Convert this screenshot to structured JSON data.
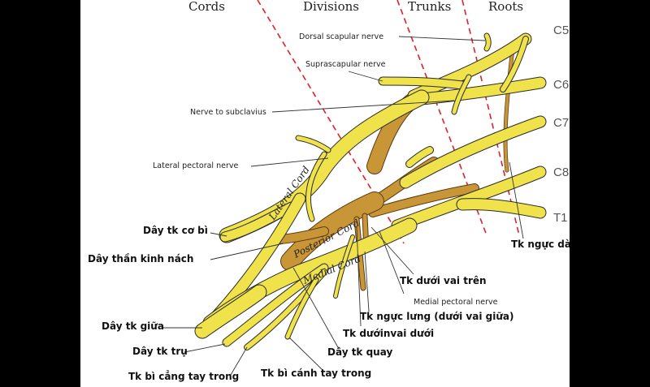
{
  "headers": {
    "cords": "Cords",
    "divisions": "Divisions",
    "trunks": "Trunks",
    "roots": "Roots"
  },
  "roots": {
    "c5": "C5",
    "c6": "C6",
    "c7": "C7",
    "c8": "C8",
    "t1": "T1"
  },
  "cords": {
    "lateral": "Lateral Cord",
    "posterior": "Posterior Cord",
    "medial": "Medial Cord"
  },
  "labels_en": {
    "dorsal_scapular": "Dorsal scapular nerve",
    "suprascapular": "Suprascapular nerve",
    "subclavius": "Nerve to subclavius",
    "lateral_pectoral": "Lateral pectoral nerve",
    "medial_pectoral": "Medial pectoral nerve"
  },
  "labels_vi": {
    "musculocutaneous": "Dây tk cơ bì",
    "axillary": "Dây thần kinh nách",
    "median": "Dây tk giữa",
    "ulnar": "Dây tk trụ",
    "med_cut_forearm": "Tk bì cẳng tay trong",
    "med_cut_arm": "Tk bì cánh tay trong",
    "radial": "Dây tk quay",
    "lower_subscapular": "Tk dướinvai dưới",
    "thoracodorsal": "Tk ngực lưng (dưới vai giữa)",
    "upper_subscapular": "Tk dưới vai trên",
    "long_thoracic": "Tk ngực dài"
  },
  "colors": {
    "nerve": "#f0e24a",
    "posterior": "#c99637",
    "zone_line": "#e0202a"
  }
}
